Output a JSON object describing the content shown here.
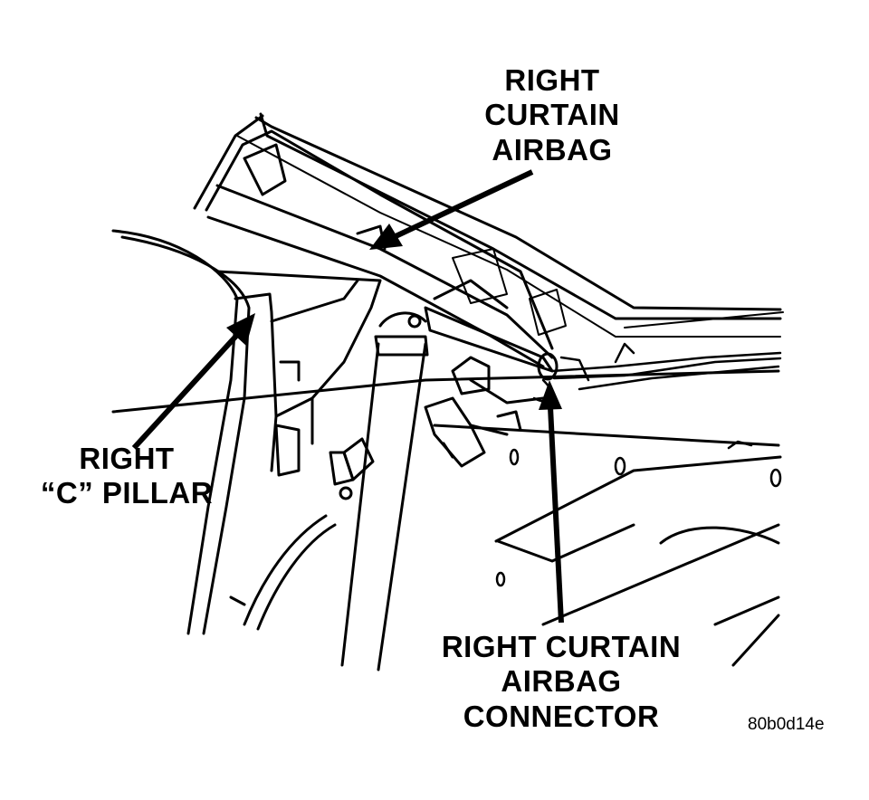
{
  "callouts": {
    "right_curtain_airbag": [
      "RIGHT",
      "CURTAIN",
      "AIRBAG"
    ],
    "right_c_pillar": [
      "RIGHT",
      "“C” PILLAR"
    ],
    "right_curtain_airbag_connector": [
      "RIGHT CURTAIN",
      "AIRBAG",
      "CONNECTOR"
    ]
  },
  "figure_id": "80b0d14e",
  "colors": {
    "ink": "#000000",
    "paper": "#ffffff"
  }
}
